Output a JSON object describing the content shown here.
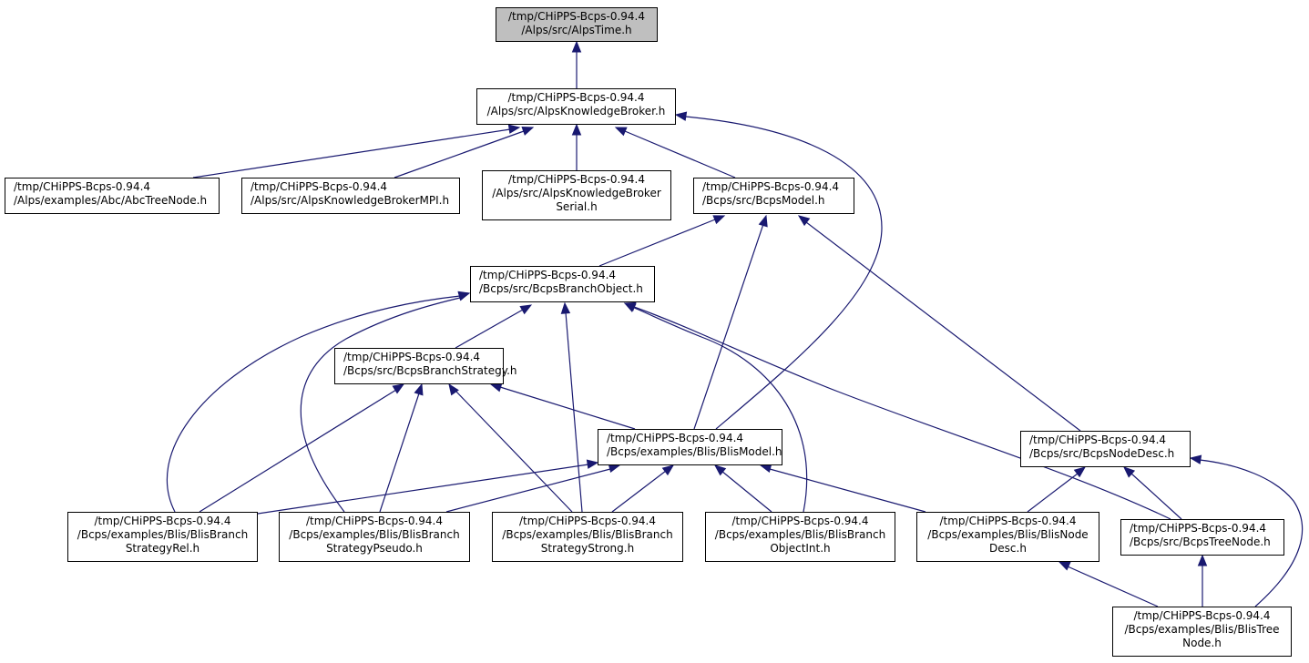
{
  "colors": {
    "edge": "#191970",
    "node_border": "#000000",
    "root_fill": "#bfbfbf",
    "node_fill": "#ffffff"
  },
  "nodes": [
    {
      "id": "alpstime",
      "lines": [
        "/tmp/CHiPPS-Bcps-0.94.4",
        "/Alps/src/AlpsTime.h"
      ],
      "highlight": true
    },
    {
      "id": "akb",
      "lines": [
        "/tmp/CHiPPS-Bcps-0.94.4",
        "/Alps/src/AlpsKnowledgeBroker.h"
      ]
    },
    {
      "id": "abctree",
      "lines": [
        "/tmp/CHiPPS-Bcps-0.94.4",
        "/Alps/examples/Abc/AbcTreeNode.h"
      ]
    },
    {
      "id": "akbmpi",
      "lines": [
        "/tmp/CHiPPS-Bcps-0.94.4",
        "/Alps/src/AlpsKnowledgeBrokerMPI.h"
      ]
    },
    {
      "id": "akbserial",
      "lines": [
        "/tmp/CHiPPS-Bcps-0.94.4",
        "/Alps/src/AlpsKnowledgeBroker",
        "Serial.h"
      ]
    },
    {
      "id": "bcpsmodel",
      "lines": [
        "/tmp/CHiPPS-Bcps-0.94.4",
        "/Bcps/src/BcpsModel.h"
      ]
    },
    {
      "id": "bcpsbo",
      "lines": [
        "/tmp/CHiPPS-Bcps-0.94.4",
        "/Bcps/src/BcpsBranchObject.h"
      ]
    },
    {
      "id": "bcpsbs",
      "lines": [
        "/tmp/CHiPPS-Bcps-0.94.4",
        "/Bcps/src/BcpsBranchStrategy.h"
      ]
    },
    {
      "id": "blismodel",
      "lines": [
        "/tmp/CHiPPS-Bcps-0.94.4",
        "/Bcps/examples/Blis/BlisModel.h"
      ]
    },
    {
      "id": "bcpsnd",
      "lines": [
        "/tmp/CHiPPS-Bcps-0.94.4",
        "/Bcps/src/BcpsNodeDesc.h"
      ]
    },
    {
      "id": "bsrel",
      "lines": [
        "/tmp/CHiPPS-Bcps-0.94.4",
        "/Bcps/examples/Blis/BlisBranch",
        "StrategyRel.h"
      ]
    },
    {
      "id": "bspseudo",
      "lines": [
        "/tmp/CHiPPS-Bcps-0.94.4",
        "/Bcps/examples/Blis/BlisBranch",
        "StrategyPseudo.h"
      ]
    },
    {
      "id": "bsstrong",
      "lines": [
        "/tmp/CHiPPS-Bcps-0.94.4",
        "/Bcps/examples/Blis/BlisBranch",
        "StrategyStrong.h"
      ]
    },
    {
      "id": "boint",
      "lines": [
        "/tmp/CHiPPS-Bcps-0.94.4",
        "/Bcps/examples/Blis/BlisBranch",
        "ObjectInt.h"
      ]
    },
    {
      "id": "blisnd",
      "lines": [
        "/tmp/CHiPPS-Bcps-0.94.4",
        "/Bcps/examples/Blis/BlisNode",
        "Desc.h"
      ]
    },
    {
      "id": "bcpstn",
      "lines": [
        "/tmp/CHiPPS-Bcps-0.94.4",
        "/Bcps/src/BcpsTreeNode.h"
      ]
    },
    {
      "id": "blistn",
      "lines": [
        "/tmp/CHiPPS-Bcps-0.94.4",
        "/Bcps/examples/Blis/BlisTree",
        "Node.h"
      ]
    }
  ],
  "edges": [
    {
      "from": "akb",
      "to": "alpstime"
    },
    {
      "from": "abctree",
      "to": "akb"
    },
    {
      "from": "akbmpi",
      "to": "akb"
    },
    {
      "from": "akbserial",
      "to": "akb"
    },
    {
      "from": "bcpsmodel",
      "to": "akb"
    },
    {
      "from": "blismodel",
      "to": "akb"
    },
    {
      "from": "bcpsbo",
      "to": "bcpsmodel"
    },
    {
      "from": "blismodel",
      "to": "bcpsmodel"
    },
    {
      "from": "bcpsnd",
      "to": "bcpsmodel"
    },
    {
      "from": "bcpsbs",
      "to": "bcpsbo"
    },
    {
      "from": "bsrel",
      "to": "bcpsbo"
    },
    {
      "from": "bspseudo",
      "to": "bcpsbo"
    },
    {
      "from": "bsstrong",
      "to": "bcpsbo"
    },
    {
      "from": "boint",
      "to": "bcpsbo"
    },
    {
      "from": "bcpstn",
      "to": "bcpsbo"
    },
    {
      "from": "bsrel",
      "to": "bcpsbs"
    },
    {
      "from": "bspseudo",
      "to": "bcpsbs"
    },
    {
      "from": "bsstrong",
      "to": "bcpsbs"
    },
    {
      "from": "blismodel",
      "to": "bcpsbs"
    },
    {
      "from": "bsrel",
      "to": "blismodel"
    },
    {
      "from": "bspseudo",
      "to": "blismodel"
    },
    {
      "from": "bsstrong",
      "to": "blismodel"
    },
    {
      "from": "boint",
      "to": "blismodel"
    },
    {
      "from": "blisnd",
      "to": "blismodel"
    },
    {
      "from": "blisnd",
      "to": "bcpsnd"
    },
    {
      "from": "bcpstn",
      "to": "bcpsnd"
    },
    {
      "from": "blistn",
      "to": "bcpsnd"
    },
    {
      "from": "blistn",
      "to": "blisnd"
    },
    {
      "from": "blistn",
      "to": "bcpstn"
    }
  ]
}
